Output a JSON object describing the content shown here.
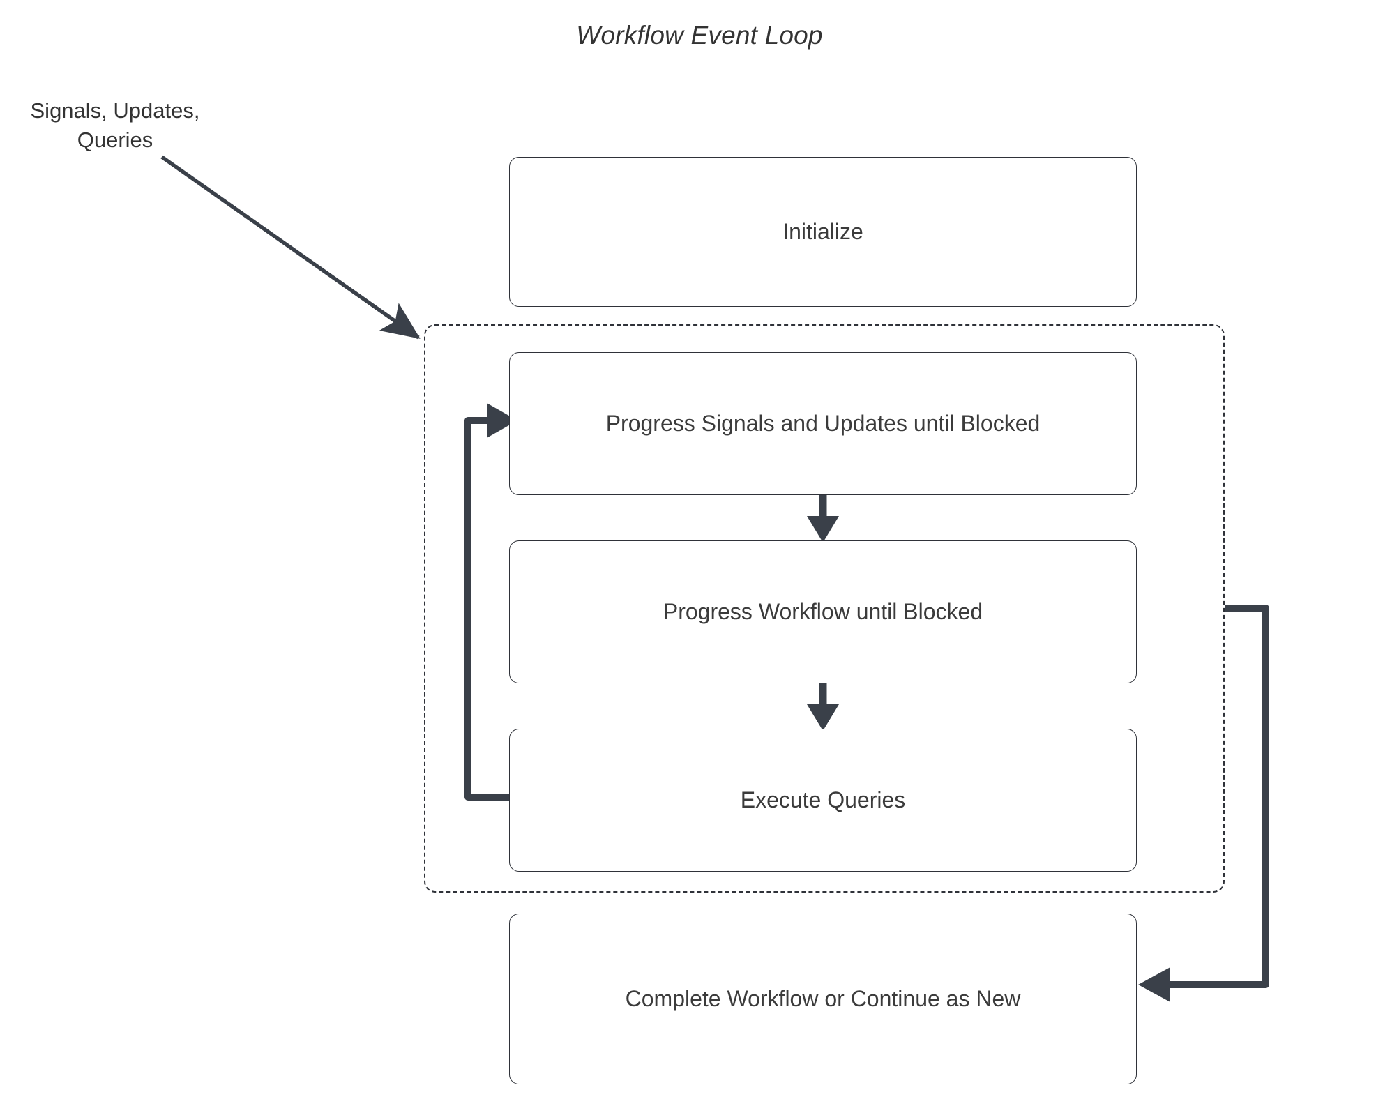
{
  "diagram": {
    "title": "Workflow Event Loop",
    "type": "flowchart",
    "background_color": "#ffffff",
    "accent_color": "#3a4049",
    "node_border_color": "#2f3239",
    "text_color": "#333333"
  },
  "labels": {
    "external_input_line1": "Signals, Updates,",
    "external_input_line2": "Queries"
  },
  "nodes": {
    "initialize": "Initialize",
    "progress_signals_updates": "Progress Signals and Updates until Blocked",
    "progress_workflow": "Progress Workflow until Blocked",
    "execute_queries": "Execute Queries",
    "complete_workflow": "Complete Workflow or Continue as New"
  },
  "regions": {
    "event_loop_region": ""
  },
  "edges": [
    {
      "name": "signals-to-loop",
      "from": "Signals, Updates, Queries",
      "to": "event loop region",
      "style": "solid-thin-arrow"
    },
    {
      "name": "progress-su-to-progress-wf",
      "from": "Progress Signals and Updates until Blocked",
      "to": "Progress Workflow until Blocked",
      "style": "solid-arrow-down"
    },
    {
      "name": "progress-wf-to-execute-queries",
      "from": "Progress Workflow until Blocked",
      "to": "Execute Queries",
      "style": "solid-arrow-down"
    },
    {
      "name": "execute-queries-loopback",
      "from": "Execute Queries",
      "to": "Progress Signals and Updates until Blocked",
      "style": "thick-elbow-arrow-left-up"
    },
    {
      "name": "loop-to-complete-workflow",
      "from": "event loop region",
      "to": "Complete Workflow or Continue as New",
      "style": "thick-elbow-arrow-right-down"
    }
  ]
}
